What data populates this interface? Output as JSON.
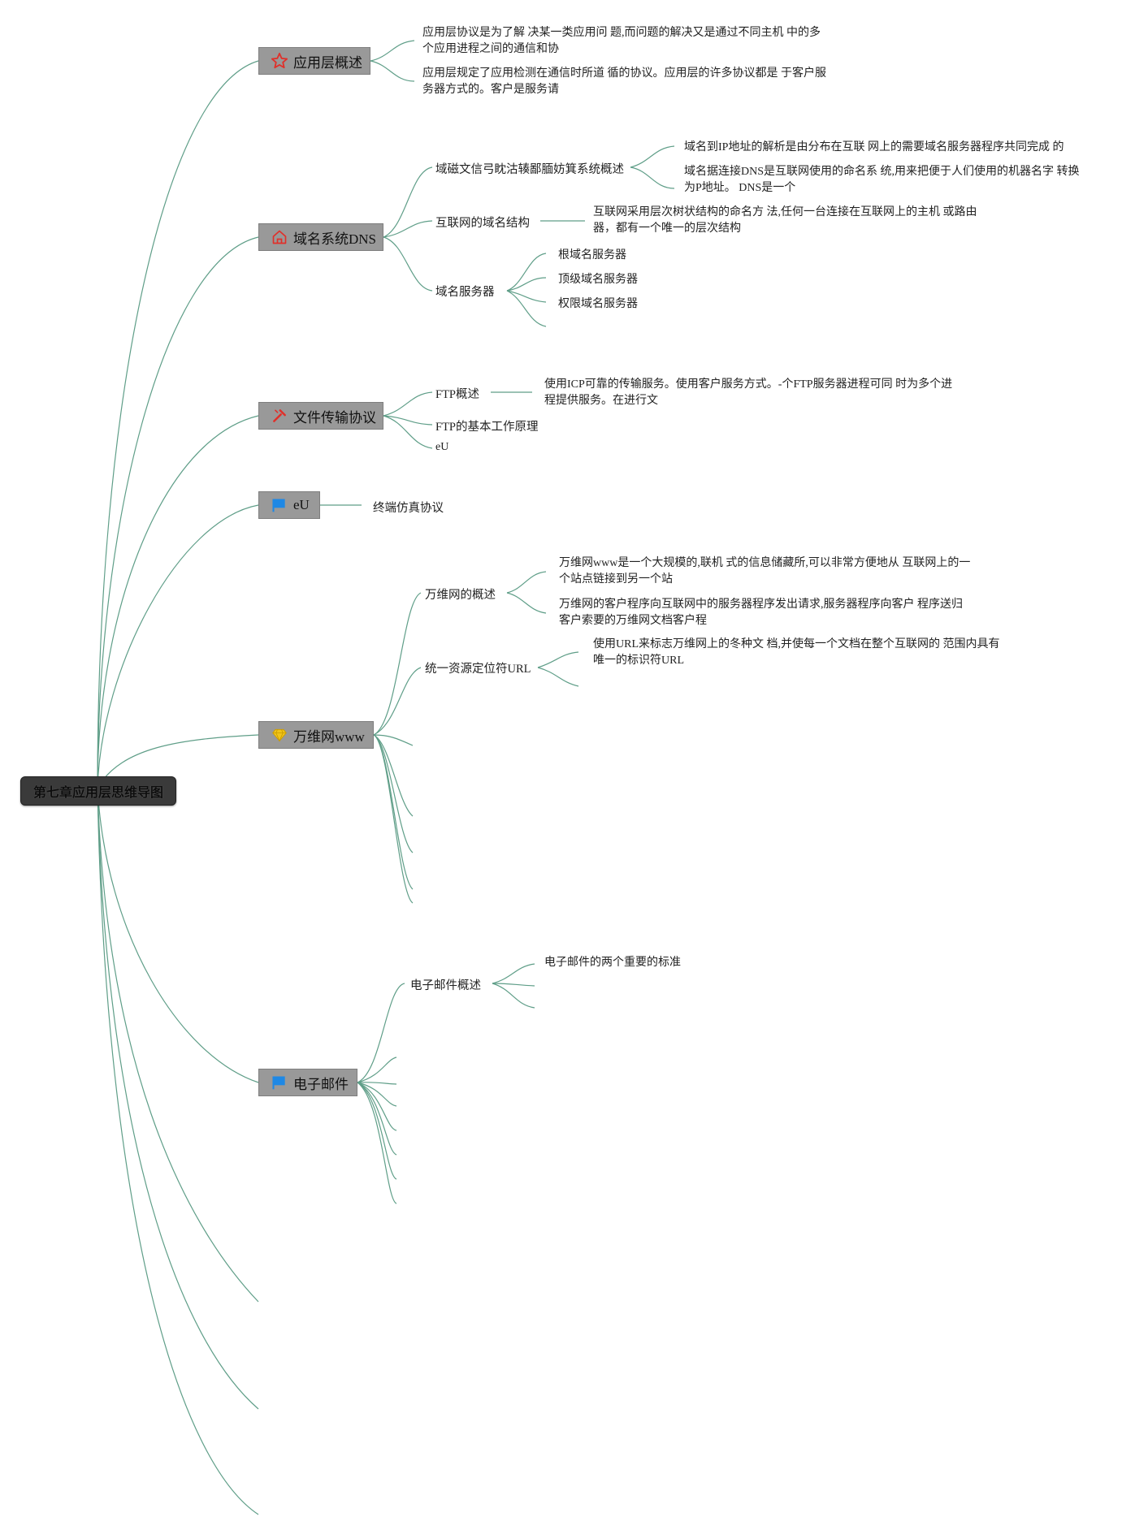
{
  "root": {
    "label": "第七章应用层思维导图"
  },
  "branches": {
    "app": {
      "label": "应用层概述",
      "icon": "star-icon",
      "color": "#e0302a",
      "notes": [
        "应用层协议是为了解 决某一类应用问 题,而问题的解决又是通过不同主机 中的多个应用进程之间的通信和协",
        "应用层规定了应用检测在通信时所道 循的协议。应用层的许多协议都是 于客户服务器方式的。客户是服务请"
      ]
    },
    "dns": {
      "label": "域名系统DNS",
      "icon": "home-icon",
      "color": "#e0302a",
      "sub1": "域磁文信弓眈沽辏鄙腼妨箕系统概述",
      "sub1_notes": [
        "域名到IP地址的解析是由分布在互联 网上的需要域名服务器程序共同完成 的",
        "域名据连接DNS是互联网使用的命名系 统,用来把便于人们使用的机器名字 转换为P地址。 DNS是一个"
      ],
      "sub2": "互联网的域名结构",
      "sub2_note": "互联网采用层次树状结构的命名方 法,任何一台连接在互联网上的主机 或路由器，都有一个唯一的层次结构",
      "sub3": "域名服务器",
      "servers": [
        "根域名服务器",
        "顶级域名服务器",
        "权限域名服务器"
      ]
    },
    "ftp": {
      "label": "文件传输协议",
      "icon": "tools-icon",
      "color": "#e0302a",
      "sub1": "FTP概述",
      "sub1_note": "使用ICP可靠的传输服务。使用客户服务方式。-个FTP服务器进程可同 时为多个进程提供服务。在进行文",
      "sub2": "FTP的基本工作原理",
      "sub3": "eU"
    },
    "telnet": {
      "label": "eU",
      "icon": "flag-icon",
      "color": "#1e88e5",
      "sub1": "终端仿真协议"
    },
    "www": {
      "label": "万维网www",
      "icon": "diamond-icon",
      "color": "#f0c419",
      "sub1": "万维网的概述",
      "sub1_notes": [
        "万维网www是一个大规模的,联机 式的信息储藏所,可以非常方便地从 互联网上的一个站点链接到另一个站",
        "万维网的客户程序向互联网中的服务器程序发出请求,服务器程序向客户 程序送归客户索要的万维网文档客户程"
      ],
      "sub2": "统一资源定位符URL",
      "sub2_note": "使用URL来标志万维网上的冬种文 档,并使每一个文档在整个互联网的 范围内具有唯一的标识符URL"
    },
    "mail": {
      "label": "电子邮件",
      "icon": "flag-icon",
      "color": "#1e88e5",
      "sub1": "电子邮件概述",
      "sub1_note": "电子邮件的两个重要的标准"
    }
  },
  "colors": {
    "edge": "#5f9e88",
    "node": "#999999",
    "root": "#3a3a3a"
  }
}
